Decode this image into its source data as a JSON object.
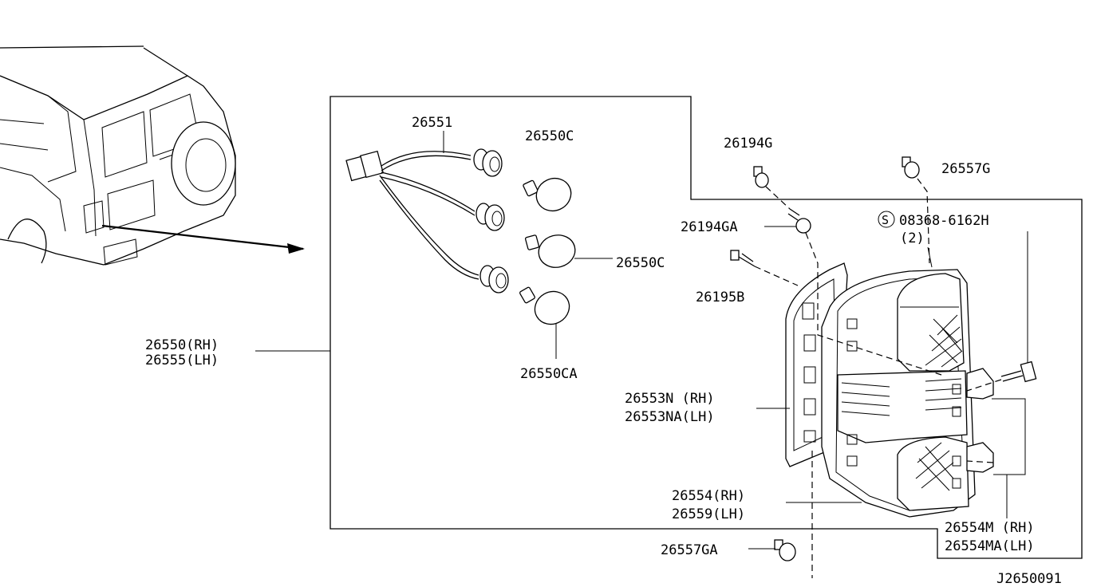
{
  "callouts": {
    "harness": "26551",
    "bulb_c_top": "26550C",
    "bulb_c_mid": "26550C",
    "bulb_ca": "26550CA",
    "clip_g": "26194G",
    "clip_ga": "26194GA",
    "screw_b": "26195B",
    "grommet_g": "26557G",
    "grommet_ga": "26557GA",
    "bolt_symbol": "S",
    "bolt_part": "08368-6162H",
    "bolt_qty": "(2)",
    "assy_rh": "26550(RH)",
    "assy_lh": "26555(LH)",
    "gasket_rh": "26553N (RH)",
    "gasket_lh": "26553NA(LH)",
    "housing_rh": "26554(RH)",
    "housing_lh": "26559(LH)",
    "lens_rh": "26554M (RH)",
    "lens_lh": "26554MA(LH)",
    "diagram_code": "J2650091"
  }
}
